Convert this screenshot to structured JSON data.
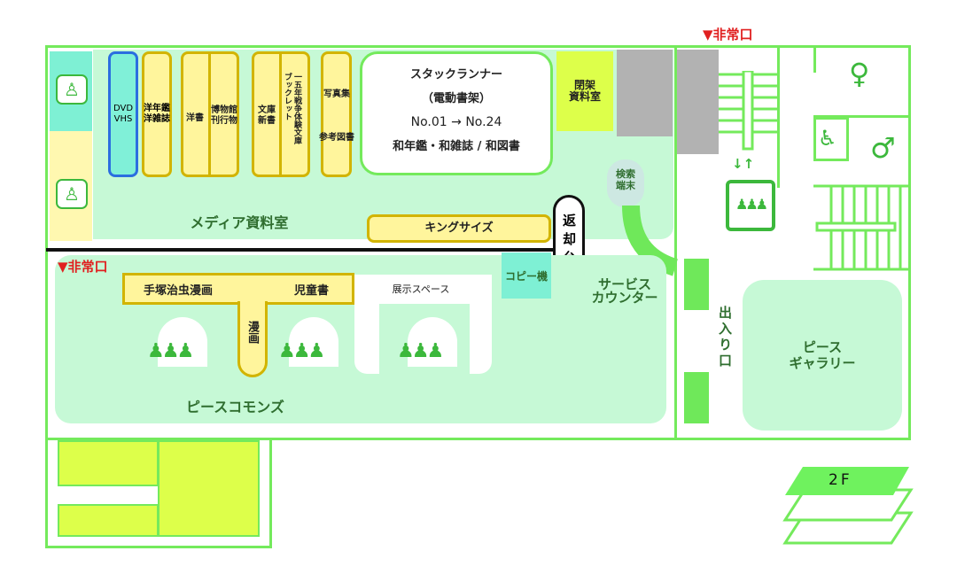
{
  "map": {
    "floor": "2F",
    "emergency_exit": "▼非常口",
    "rooms": {
      "media_room": "メディア資料室",
      "closed_stacks": "閉架\n資料室",
      "peace_commons": "ピースコモンズ",
      "peace_gallery": "ピース\nギャラリー",
      "entrance": "出入り口",
      "service_counter": "サービス\nカウンター",
      "exhibit_space": "展示スペース"
    },
    "shelves": {
      "dvd": "DVD\nVHS",
      "western_yearbooks": "洋年鑑\n洋雑誌",
      "western_books": "洋書",
      "museum_pubs": "博物館\n刊行物",
      "bunko": "文庫\n新書",
      "war_bunko": "一五年戦争体験文庫\nブックレット",
      "photo": "写真集",
      "reference": "参考図書",
      "king_size": "キングサイズ",
      "tezuka": "手塚治虫漫画",
      "children": "児童書",
      "manga": "漫画"
    },
    "stack_runner": {
      "title": "スタックランナー",
      "subtitle": "（電動書架）",
      "range": "No.01 → No.24",
      "contents": "和年鑑・和雑誌 / 和図書"
    },
    "facilities": {
      "return_desk": "返却台",
      "search_terminal": "検索端末",
      "copier": "コピー機"
    },
    "colors": {
      "wall": "#74ea5c",
      "mint": "#c6f9d6",
      "shelf": "#fff59c",
      "emergency": "#e02020"
    }
  }
}
